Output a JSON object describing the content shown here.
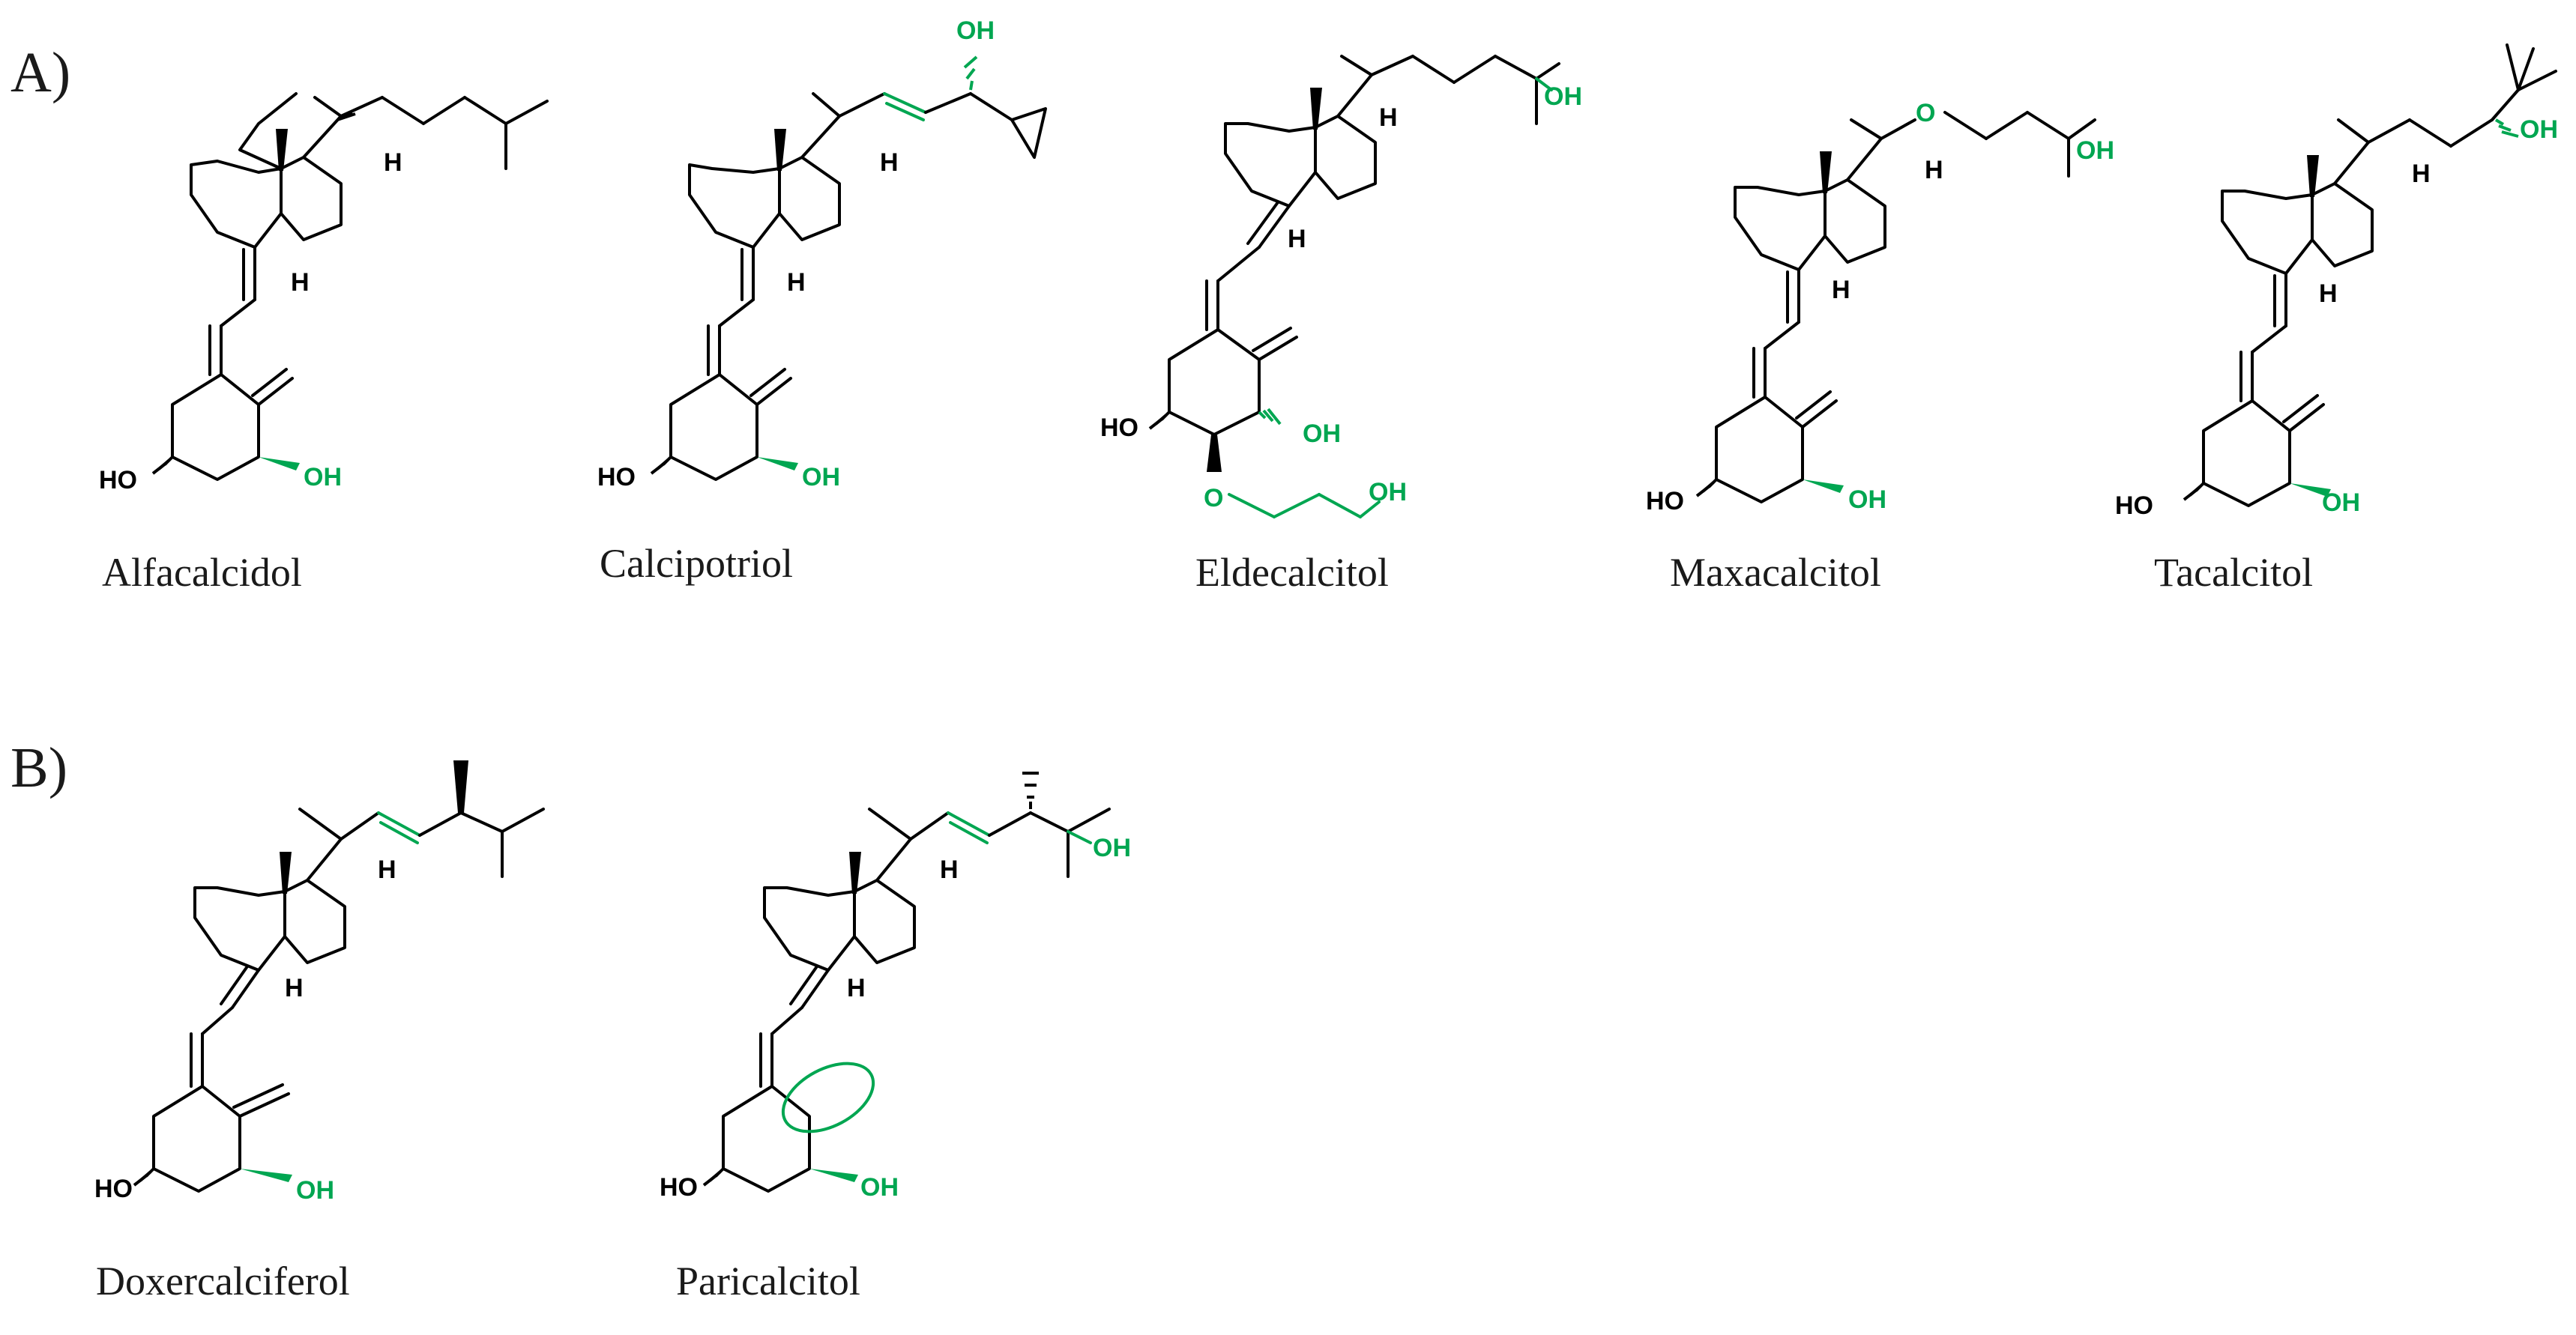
{
  "panels": [
    {
      "label": "A)"
    },
    {
      "label": "B)"
    }
  ],
  "compounds": [
    {
      "name": "Alfacalcidol"
    },
    {
      "name": "Calcipotriol"
    },
    {
      "name": "Eldecalcitol"
    },
    {
      "name": "Maxacalcitol"
    },
    {
      "name": "Tacalcitol"
    },
    {
      "name": "Doxercalciferol"
    },
    {
      "name": "Paricalcitol"
    }
  ],
  "atoms": {
    "HO": "HO",
    "OH": "OH",
    "H": "H",
    "O": "O"
  },
  "colors": {
    "bond": "#000000",
    "highlight": "#00a651",
    "text": "#1a1a1a"
  }
}
